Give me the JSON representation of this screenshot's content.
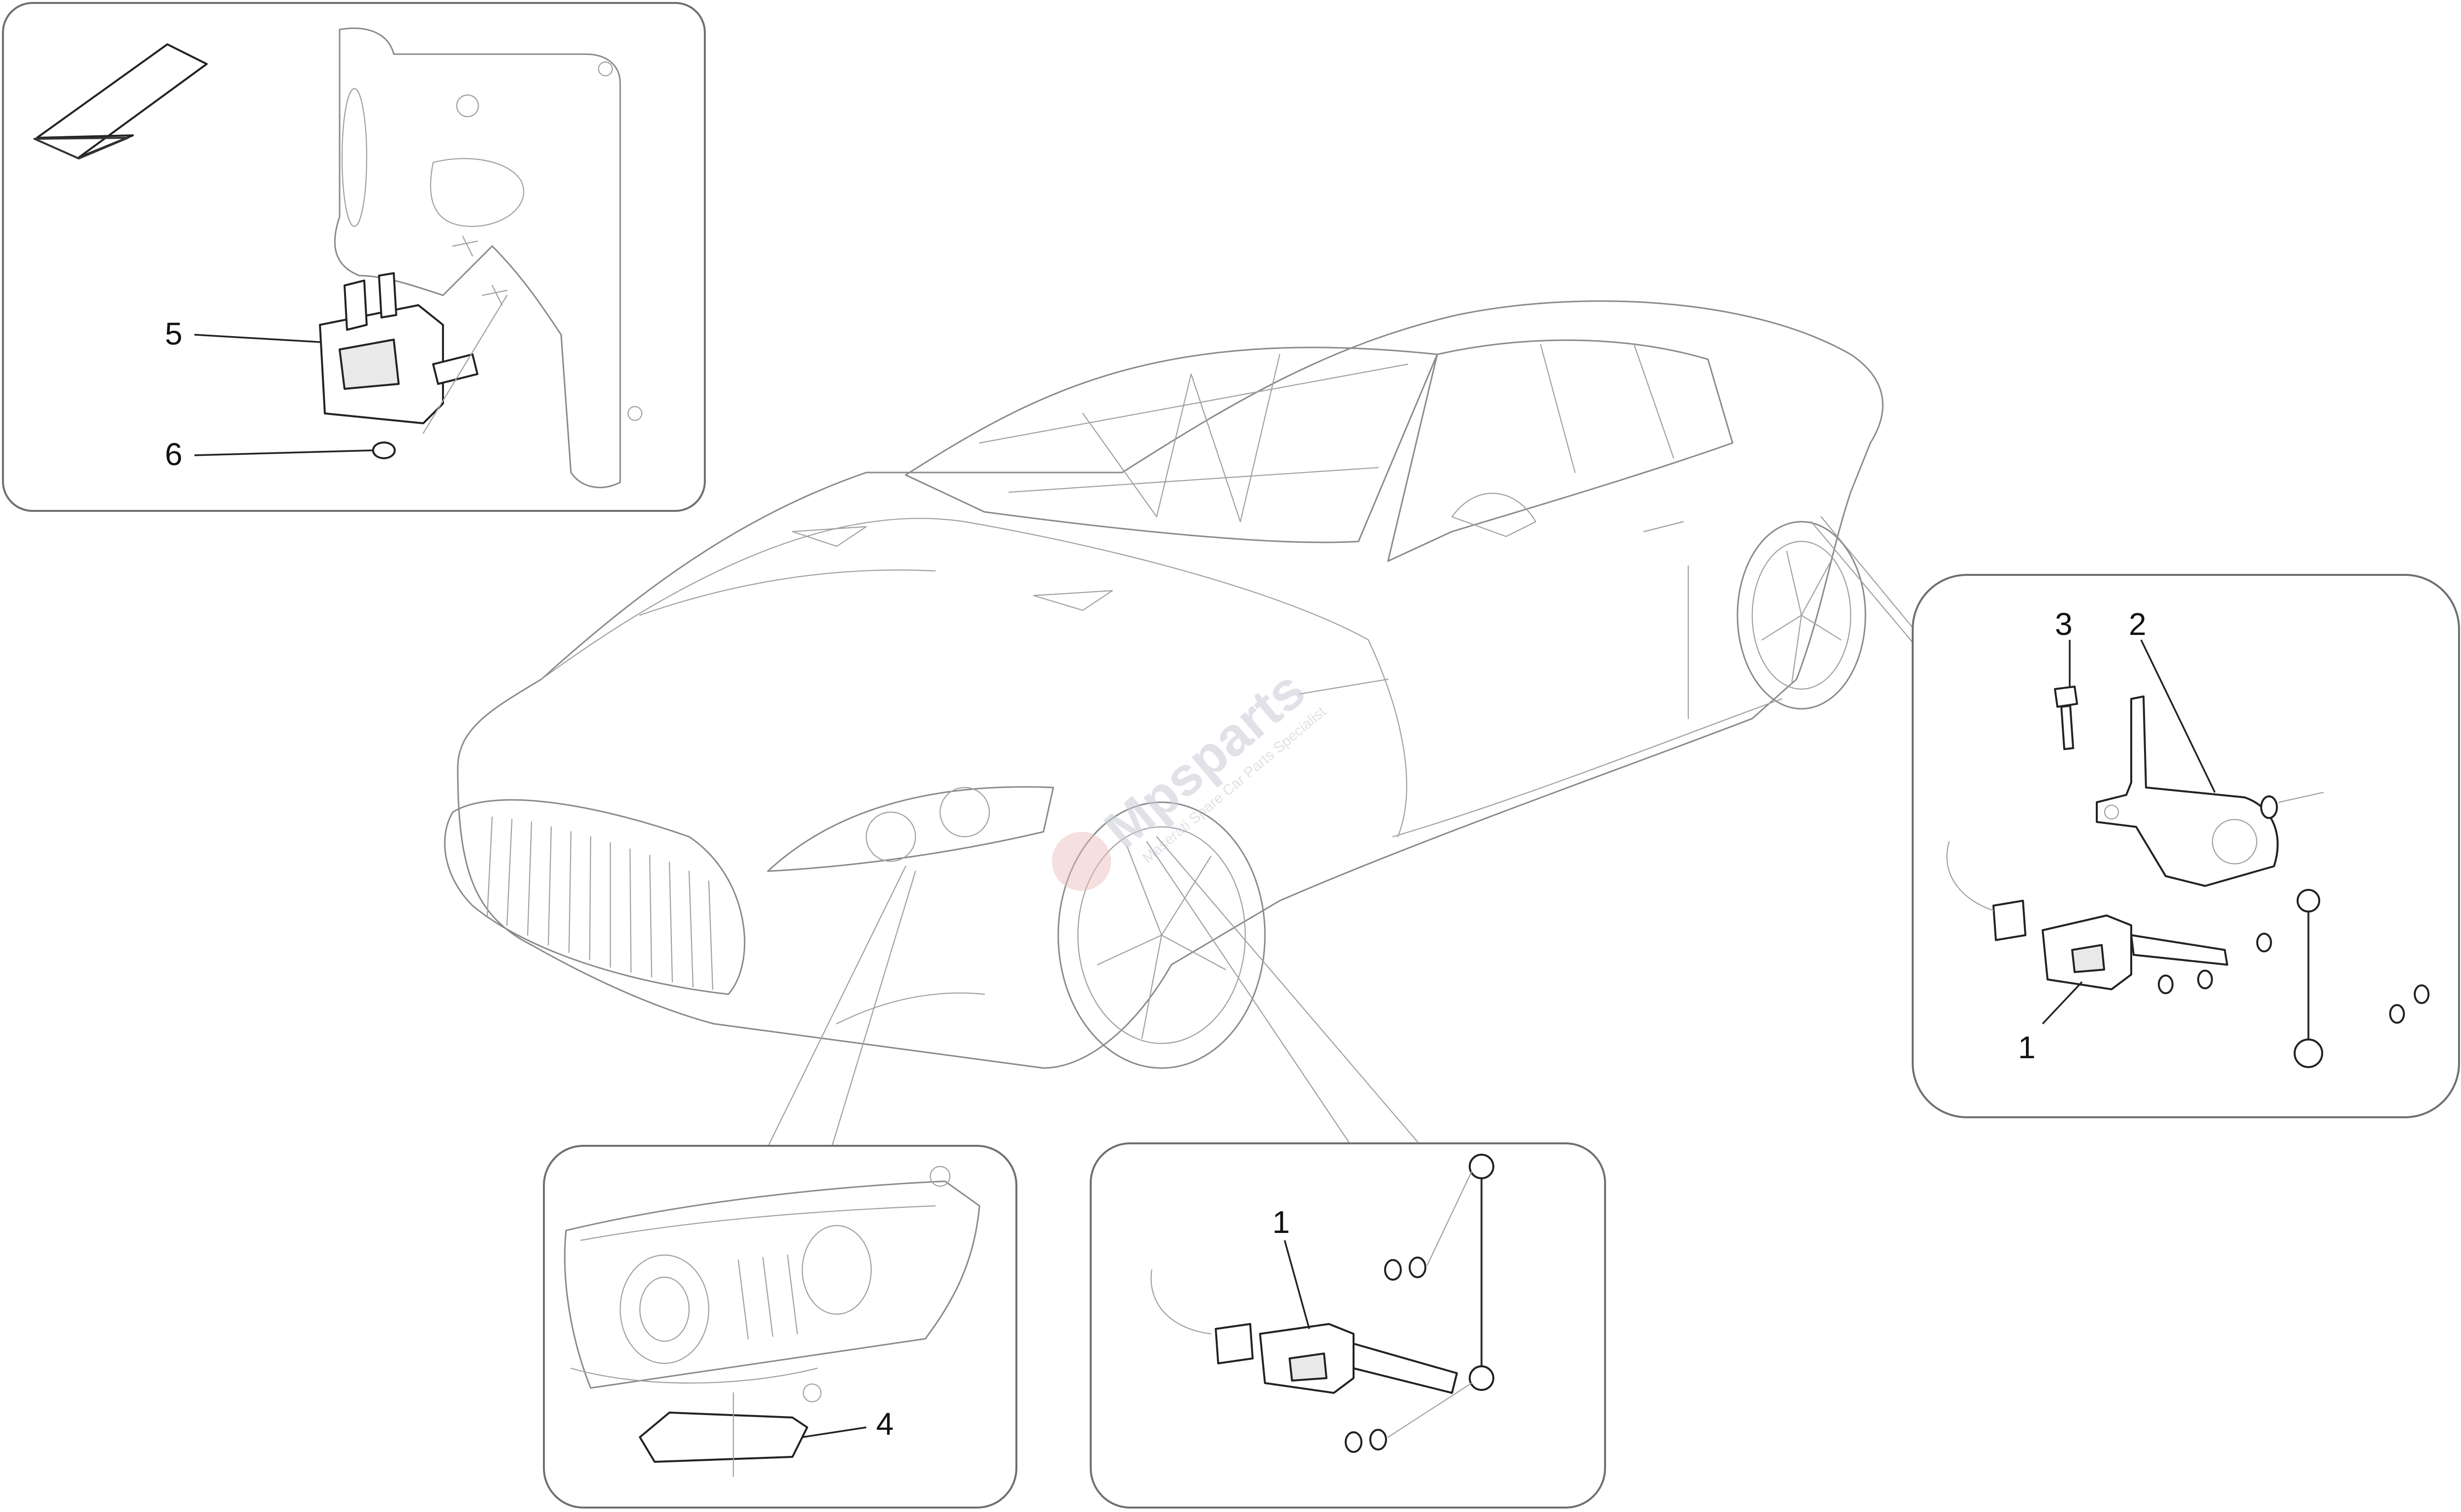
{
  "watermark": {
    "brand": "Mpsparts",
    "tagline": "Maserati Spare Car Parts Specialist",
    "accent_color": "#e8b8b8"
  },
  "callouts": {
    "top_left": {
      "label_5": "5",
      "label_6": "6"
    },
    "right": {
      "label_3": "3",
      "label_2": "2",
      "label_1": "1"
    },
    "bottom_left": {
      "label_4": "4"
    },
    "bottom_middle": {
      "label_1": "1"
    }
  },
  "icons": {
    "direction_arrow": "front-direction-arrow-icon"
  }
}
